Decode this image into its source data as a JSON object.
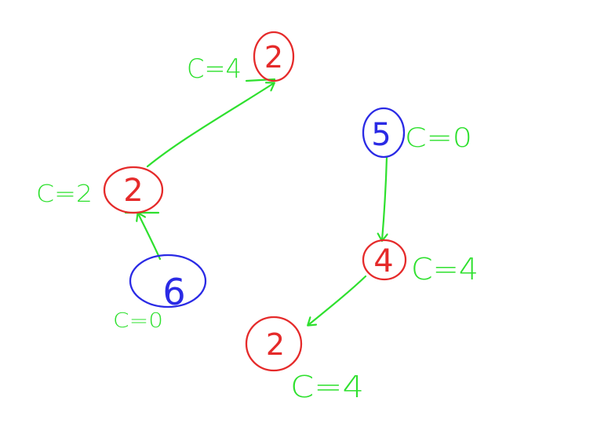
{
  "colors": {
    "edge": "#2ee02e",
    "red_node": "#e52a2a",
    "blue_node": "#2a2ae5",
    "label": "#2ee02e",
    "background": "#ffffff"
  },
  "nodes": [
    {
      "id": "n_top",
      "value": "2",
      "color": "red",
      "c_label": "C=4"
    },
    {
      "id": "n_mid_left",
      "value": "2",
      "color": "red",
      "c_label": "C=2"
    },
    {
      "id": "n_bottom_left",
      "value": "6",
      "color": "blue",
      "c_label": "C=0"
    },
    {
      "id": "n_right_top",
      "value": "5",
      "color": "blue",
      "c_label": "C=0"
    },
    {
      "id": "n_right_mid",
      "value": "4",
      "color": "red",
      "c_label": "C=4"
    },
    {
      "id": "n_right_bottom",
      "value": "2",
      "color": "red",
      "c_label": "C=4"
    }
  ],
  "edges": [
    {
      "from": "n_bottom_left",
      "to": "n_mid_left"
    },
    {
      "from": "n_mid_left",
      "to": "n_top"
    },
    {
      "from": "n_right_top",
      "to": "n_right_mid"
    },
    {
      "from": "n_right_mid",
      "to": "n_right_bottom"
    }
  ]
}
